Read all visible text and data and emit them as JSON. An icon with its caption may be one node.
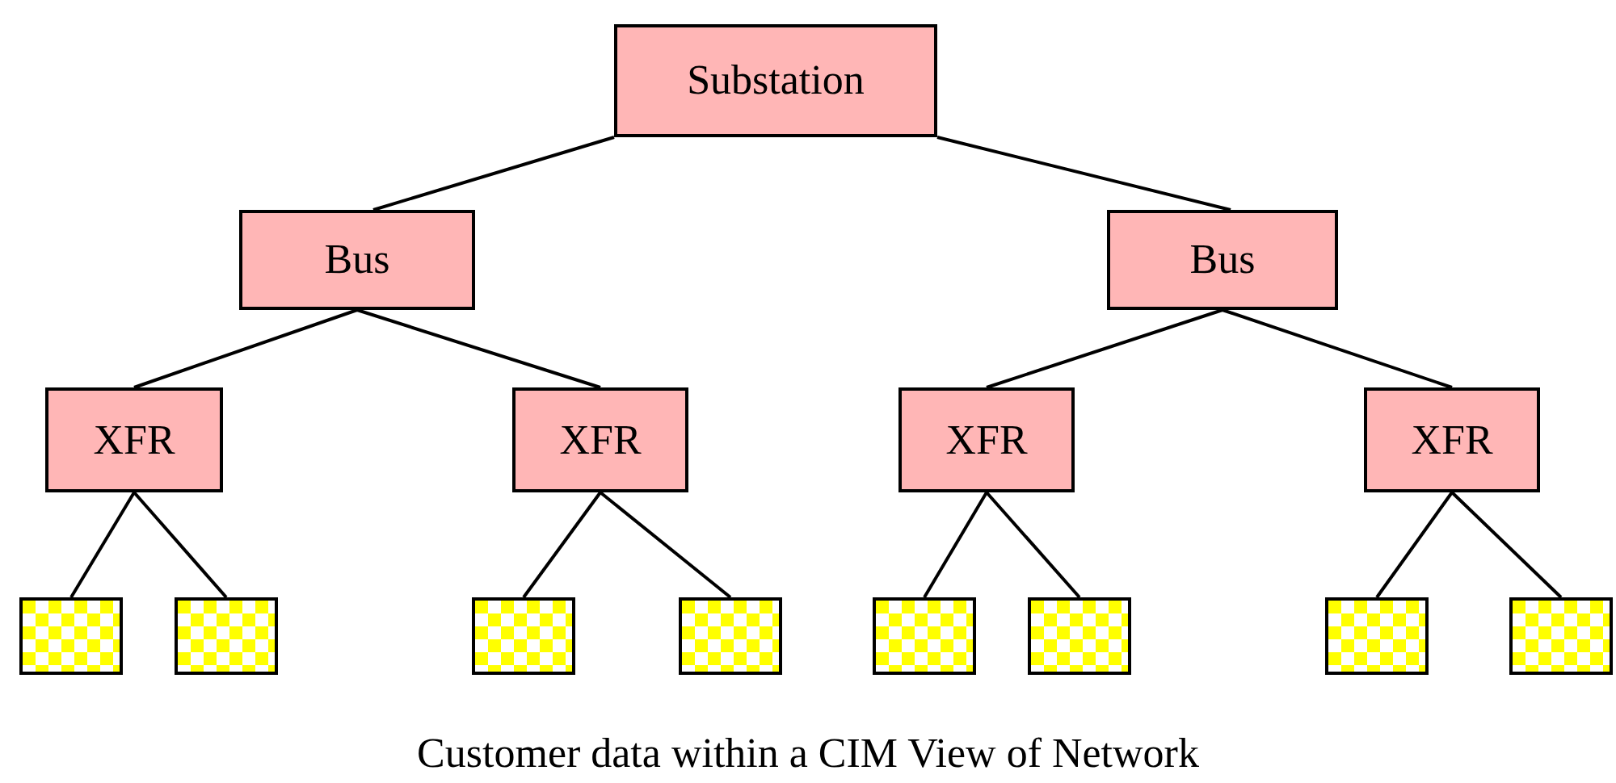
{
  "diagram": {
    "caption": "Customer data within a CIM View of Network",
    "nodes": [
      {
        "text": [
          "Substation"
        ]
      },
      {
        "text": [
          "Bus"
        ]
      },
      {
        "text": [
          "Bus"
        ]
      },
      {
        "text": [
          "XFR"
        ]
      },
      {
        "text": [
          "XFR"
        ]
      },
      {
        "text": [
          "XFR"
        ]
      },
      {
        "text": [
          "XFR"
        ]
      },
      {
        "text": [],
        "shape": "box"
      },
      {
        "text": [],
        "shape": "box"
      },
      {
        "text": [],
        "shape": "box"
      },
      {
        "text": [],
        "shape": "box"
      },
      {
        "text": [],
        "shape": "box"
      },
      {
        "text": [],
        "shape": "box"
      },
      {
        "text": [],
        "shape": "box"
      },
      {
        "text": [],
        "shape": "box"
      }
    ],
    "edges": [
      {
        "from": 0,
        "to": 1,
        "arrow": "none"
      },
      {
        "from": 0,
        "to": 2,
        "arrow": "none"
      },
      {
        "from": 1,
        "to": 3,
        "arrow": "none"
      },
      {
        "from": 1,
        "to": 4,
        "arrow": "none"
      },
      {
        "from": 2,
        "to": 5,
        "arrow": "none"
      },
      {
        "from": 2,
        "to": 6,
        "arrow": "none"
      },
      {
        "from": 3,
        "to": 7,
        "arrow": "none"
      },
      {
        "from": 3,
        "to": 8,
        "arrow": "none"
      },
      {
        "from": 4,
        "to": 9,
        "arrow": "none"
      },
      {
        "from": 4,
        "to": 10,
        "arrow": "none"
      },
      {
        "from": 5,
        "to": 11,
        "arrow": "none"
      },
      {
        "from": 5,
        "to": 12,
        "arrow": "none"
      },
      {
        "from": 6,
        "to": 13,
        "arrow": "none"
      },
      {
        "from": 6,
        "to": 14,
        "arrow": "none"
      }
    ]
  }
}
